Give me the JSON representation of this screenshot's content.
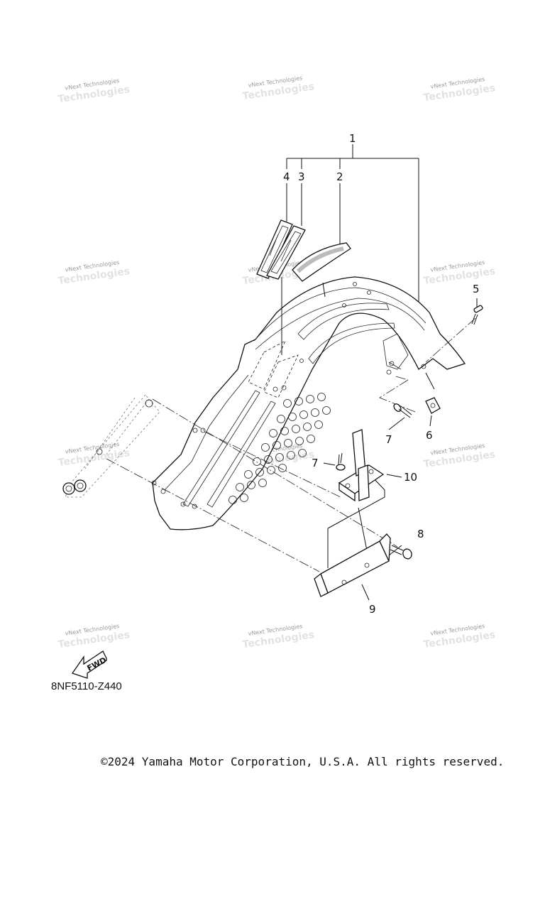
{
  "diagram_code": "8NF5110-Z440",
  "copyright": "©2024 Yamaha Motor Corporation, U.S.A. All rights reserved.",
  "fwd_label": "FWD",
  "watermark_text": "vNext Technologies",
  "callouts": {
    "c1": "1",
    "c2": "2",
    "c3": "3",
    "c4": "4",
    "c5": "5",
    "c6": "6",
    "c7a": "7",
    "c7b": "7",
    "c8": "8",
    "c9": "9",
    "c10": "10"
  },
  "colors": {
    "line": "#111111",
    "watermark": "#9a9a9a",
    "background": "#ffffff"
  }
}
